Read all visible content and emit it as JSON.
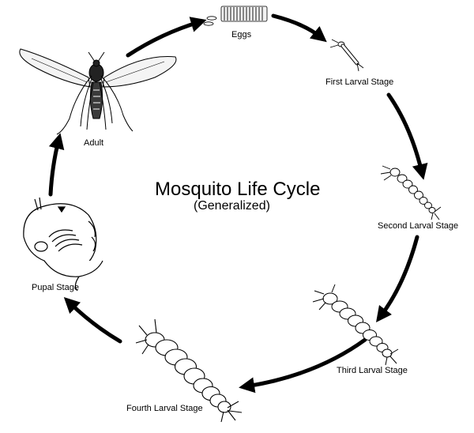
{
  "title": "Mosquito Life Cycle",
  "subtitle": "(Generalized)",
  "stages": {
    "eggs": "Eggs",
    "first_larval": "First Larval Stage",
    "second_larval": "Second Larval Stage",
    "third_larval": "Third Larval Stage",
    "fourth_larval": "Fourth Larval Stage",
    "pupal": "Pupal Stage",
    "adult": "Adult"
  }
}
